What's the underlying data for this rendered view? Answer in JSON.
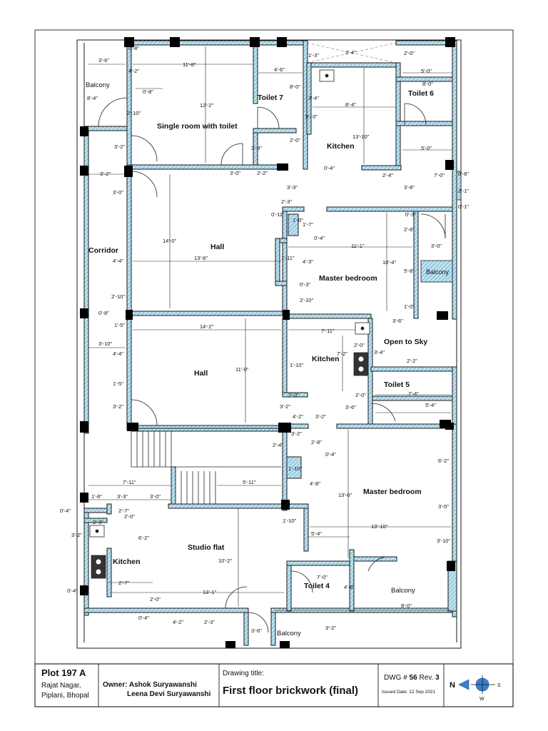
{
  "rooms": {
    "balcony_nw": "Balcony",
    "single_room": "Single room with toilet",
    "toilet7": "Toilet 7",
    "kitchen_top": "Kitchen",
    "toilet6": "Toilet 6",
    "corridor": "Corridor",
    "hall_upper": "Hall",
    "master_upper": "Master bedroom",
    "balcony_e": "Balcony",
    "open_to_sky": "Open to Sky",
    "hall_lower": "Hall",
    "kitchen_mid": "Kitchen",
    "toilet5": "Toilet 5",
    "master_lower": "Master bedroom",
    "studio": "Studio flat",
    "kitchen_sw": "Kitchen",
    "toilet4": "Toilet 4",
    "balcony_se": "Balcony",
    "balcony_s": "Balcony"
  },
  "dims": {
    "d_3_6": "3'-6\"",
    "d_0_8a": "0'-8\"",
    "d_11_8": "11'-8\"",
    "d_4_6": "4'-6\"",
    "d_2_4top": "2'-4\"",
    "d_2_0a": "2'-0\"",
    "d_1_3": "1'-3\"",
    "d_4_2": "4'-2\"",
    "d_8_4": "8'-4\"",
    "d_0_8b": "0'-8\"",
    "d_2_10a": "2'-10\"",
    "d_12_2": "12'-2\"",
    "d_8_0a": "8'-0\"",
    "d_3_4a": "3'-4\"",
    "d_9_0": "9'- 0\"",
    "d_8_4b": "8'-4\"",
    "d_5_0a": "5'-0\"",
    "d_8_0b": "8'-0\"",
    "d_13_10a": "13'-10\"",
    "d_2_0b": "2'-0\"",
    "d_3_8a": "3'-8\"",
    "d_3_2a": "3'-2\"",
    "d_5_0b": "5'-0\"",
    "d_0_4a": "0'-4\"",
    "d_3_2b": "3'-2\"",
    "d_3_0a": "3'-0\"",
    "d_2_2a": "2'-2\"",
    "d_2_4b": "2'-4\"",
    "d_7_0a": "7'-0\"",
    "d_0_8c": "0'-8\"",
    "d_2_1": "2'-1\"",
    "d_0_1": "0'-1\"",
    "d_3_3": "3'-3\"",
    "d_3_8b": "3'-8\"",
    "d_3_0b": "3'-0\"",
    "d_2_3": "2'-3\"",
    "d_0_11": "0'-11\"",
    "d_1_0": "1'-0\"",
    "d_1_7": "1'-7\"",
    "d_0_3": "0'-3\"",
    "d_2_8": "2'-8\"",
    "d_14_0": "14'-0\"",
    "d_0_4b": "0'-4\"",
    "d_11_1": "11'-1\"",
    "d_3_0c": "3'-0\"",
    "d_13_6": "13'-6\"",
    "d_1_11": "1'-11\"",
    "d_4_3": "4'-3\"",
    "d_10_4": "10'-4\"",
    "d_4_4a": "4'-4\"",
    "d_5_8": "5'-8\"",
    "d_0_3b": "0'-3\"",
    "d_2_10b": "2'-10\"",
    "d_2_10c": "2'-10\"",
    "d_1_0b": "1'-0\"",
    "d_0_8d": "0'-8\"",
    "d_3_6b": "3'-6\"",
    "d_1_5a": "1'-5\"",
    "d_14_2": "14'-2\"",
    "d_7_11a": "7'-11\"",
    "d_3_10": "3'-10\"",
    "d_2_0c": "2'-0\"",
    "d_7_2": "7'-2\"",
    "d_3_4b": "3'-4\"",
    "d_4_4b": "4'-4\"",
    "d_11_0": "11'-0\"",
    "d_2_2b": "2'-2\"",
    "d_1_10a": "1'-10\"",
    "d_1_5b": "1'-5\"",
    "d_2_0d": "2'-0\"",
    "d_7_4": "7'-4\"",
    "d_3_2c": "3'-2\"",
    "d_2_0e": "2'-0\"",
    "d_5_4a": "5'-4\"",
    "d_3_2d": "3'-2\"",
    "d_3_6c": "3'-6\"",
    "d_4_2b": "4'-2\"",
    "d_3_2e": "3'-2\"",
    "d_3_2f": "3'-2\"",
    "d_2_8b": "2'-8\"",
    "d_2_4c": "2'-4\"",
    "d_0_4c": "0'-4\"",
    "d_6_2a": "6'-2\"",
    "d_1_10b": "1'-10\"",
    "d_7_11b": "7'-11\"",
    "d_5_11": "5'-11\"",
    "d_4_8a": "4'-8\"",
    "d_13_0": "13'-0\"",
    "d_1_8": "1'-8\"",
    "d_3_3b": "3'-3\"",
    "d_3_0d": "3'-0\"",
    "d_0_4d": "0'-4\"",
    "d_2_7a": "2'-7\"",
    "d_2_0f": "2'-0\"",
    "d_3_0e": "3'-0\"",
    "d_2_0g": "2'-0\"",
    "d_1_10c": "1'-10\"",
    "d_13_10b": "13'-10\"",
    "d_3_2g": "3'-2\"",
    "d_6_2b": "6'-2\"",
    "d_10_2": "10'-2\"",
    "d_5_4b": "5'-4\"",
    "d_3_10b": "3'-10\"",
    "d_0_4e": "0'-4\"",
    "d_2_7b": "2'-7\"",
    "d_7_0b": "7'-0\"",
    "d_4_8b": "4'-8\"",
    "d_2_0h": "2'-0\"",
    "d_13_1": "13'-1\"",
    "d_8_0c": "8'-0\"",
    "d_0_4f": "0'-4\"",
    "d_4_2c": "4'-2\"",
    "d_2_3b": "2'-3\"",
    "d_3_6d": "3'-6\"",
    "d_3_2h": "3'-2\""
  },
  "title_block": {
    "plot": "Plot 197 A",
    "address_line1": "Rajat Nagar,",
    "address_line2": "Piplani, Bhopal",
    "owner_line1": "Owner: Ashok Suryawanshi",
    "owner_line2": "Leena Devi Suryawanshi",
    "drawing_title_label": "Drawing title:",
    "drawing_title": "First floor brickwork (final)",
    "dwg_prefix": "DWG # ",
    "dwg_number": "56",
    "rev_label": " Rev. ",
    "rev_number": "3",
    "issued": "Issued Date: 12 Sep 2021"
  },
  "compass": {
    "n": "N",
    "s": "S",
    "w": "W"
  },
  "colors": {
    "wall_fill": "#a8d8ea",
    "wall_stroke": "#1a1a1a",
    "column": "#000000",
    "balcony_hatch": "#4a9bc0"
  }
}
